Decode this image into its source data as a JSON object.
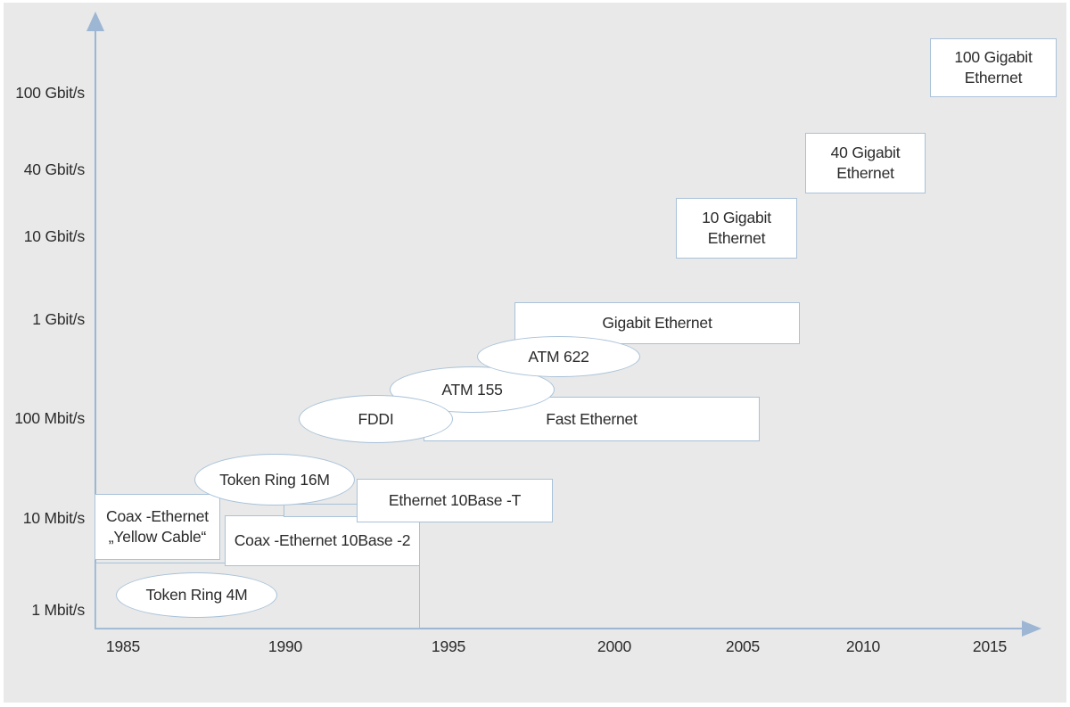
{
  "diagram": {
    "description_visible_axes": {
      "y_axis_unit_labels": [
        "100 Gbit/s",
        "40 Gbit/s",
        "10 Gbit/s",
        "1 Gbit/s",
        "100 Mbit/s",
        "10 Mbit/s",
        "1 Mbit/s"
      ],
      "x_axis_year_labels": [
        "1985",
        "1990",
        "1995",
        "2000",
        "2005",
        "2010",
        "2015"
      ]
    },
    "nodes": {
      "eth100g": {
        "label": "100 Gigabit\nEthernet",
        "shape": "rect"
      },
      "eth40g": {
        "label": "40 Gigabit\nEthernet",
        "shape": "rect"
      },
      "eth10g": {
        "label": "10 Gigabit\nEthernet",
        "shape": "rect"
      },
      "eth1g": {
        "label": "Gigabit Ethernet",
        "shape": "rect"
      },
      "fast": {
        "label": "Fast Ethernet",
        "shape": "rect"
      },
      "base_t": {
        "label": "Ethernet 10Base -T",
        "shape": "rect"
      },
      "coax_yellow": {
        "label": "Coax -Ethernet\n„Yellow Cable“",
        "shape": "rect"
      },
      "base2": {
        "label": "Coax -Ethernet 10Base -2",
        "shape": "rect"
      },
      "atm622": {
        "label": "ATM 622",
        "shape": "ellipse"
      },
      "atm155": {
        "label": "ATM 155",
        "shape": "ellipse"
      },
      "fddi": {
        "label": "FDDI",
        "shape": "ellipse"
      },
      "tr16": {
        "label": "Token Ring 16M",
        "shape": "ellipse"
      },
      "tr4": {
        "label": "Token Ring 4M",
        "shape": "ellipse"
      }
    },
    "colors": {
      "background": "#e8e9e8",
      "node_fill": "#ffffff",
      "node_border": "#a9c2d9",
      "axis": "#9cb6d3",
      "text": "#2b2b2b"
    }
  },
  "axes": {
    "y_labels": [
      "100 Gbit/s",
      "40 Gbit/s",
      "10 Gbit/s",
      "1 Gbit/s",
      "100 Mbit/s",
      "10 Mbit/s",
      "1 Mbit/s"
    ],
    "x_labels": [
      "1985",
      "1990",
      "1995",
      "2000",
      "2005",
      "2010",
      "2015"
    ]
  }
}
